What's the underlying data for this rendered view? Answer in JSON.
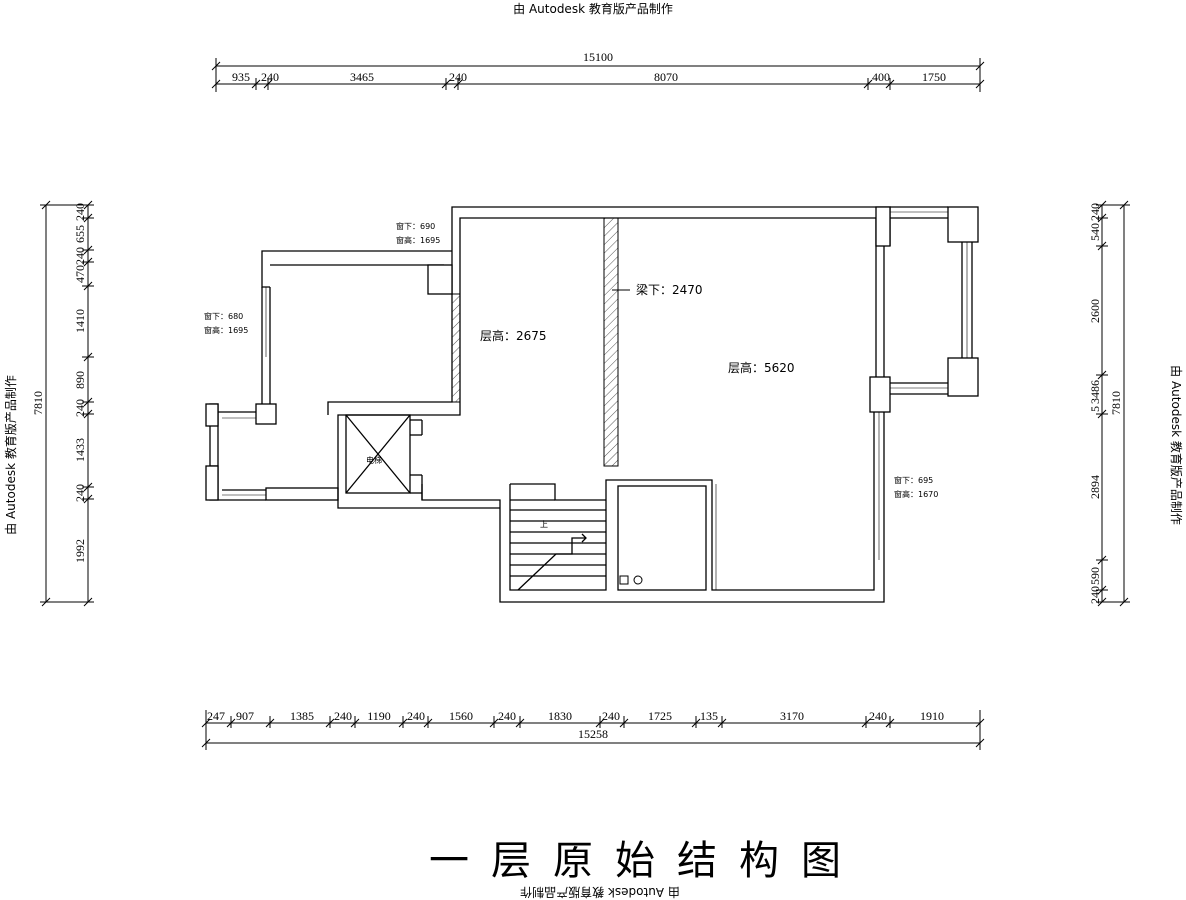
{
  "watermark": "由 Autodesk 教育版产品制作",
  "title": "一层原始结构图",
  "top_dims": {
    "total": "15100",
    "segments": [
      "935",
      "240",
      "3465",
      "240",
      "8070",
      "400",
      "1750"
    ]
  },
  "bottom_dims": {
    "total": "15258",
    "segments": [
      "247",
      "907",
      "1385",
      "240",
      "1190",
      "240",
      "1560",
      "240",
      "1830",
      "240",
      "1725",
      "135",
      "3170",
      "240",
      "1910"
    ]
  },
  "left_dims": {
    "total": "7810",
    "segments": [
      "240",
      "655",
      "240",
      "470",
      "1410",
      "890",
      "240",
      "1433",
      "240",
      "1992"
    ]
  },
  "right_dims": {
    "total": "7810",
    "segments": [
      "240",
      "540",
      "2600",
      "3486",
      "5",
      "2894",
      "590",
      "240"
    ]
  },
  "annotations": {
    "beam": "梁下：2470",
    "height_left": "层高：2675",
    "height_right": "层高：5620",
    "elevator": "电梯",
    "stair_up": "上",
    "win1_sill": "窗下：690",
    "win1_head": "窗高：1695",
    "win2_sill": "窗下：680",
    "win2_head": "窗高：1695",
    "win3_sill": "窗下：695",
    "win3_head": "窗高：1670"
  }
}
